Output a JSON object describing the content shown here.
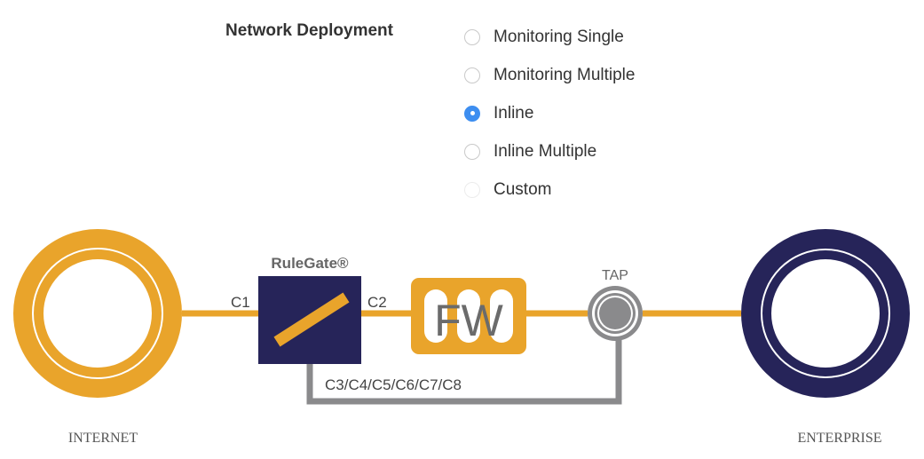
{
  "form": {
    "label": "Network Deployment",
    "selected": "Inline",
    "options": [
      {
        "label": "Monitoring Single",
        "checked": false,
        "disabled": false
      },
      {
        "label": "Monitoring Multiple",
        "checked": false,
        "disabled": false
      },
      {
        "label": "Inline",
        "checked": true,
        "disabled": false
      },
      {
        "label": "Inline Multiple",
        "checked": false,
        "disabled": false
      },
      {
        "label": "Custom",
        "checked": false,
        "disabled": true
      }
    ]
  },
  "diagram": {
    "internet_label": "INTERNET",
    "enterprise_label": "ENTERPRISE",
    "rulegate_label": "RuleGate®",
    "firewall_label": "FW",
    "tap_label": "TAP",
    "connections": {
      "c1": "C1",
      "c2": "C2",
      "monitor": "C3/C4/C5/C6/C7/C8"
    }
  },
  "colors": {
    "accent_orange": "#e9a42b",
    "navy": "#262459",
    "gray": "#8a8a8c",
    "radio_selected": "#3d8ef0"
  }
}
